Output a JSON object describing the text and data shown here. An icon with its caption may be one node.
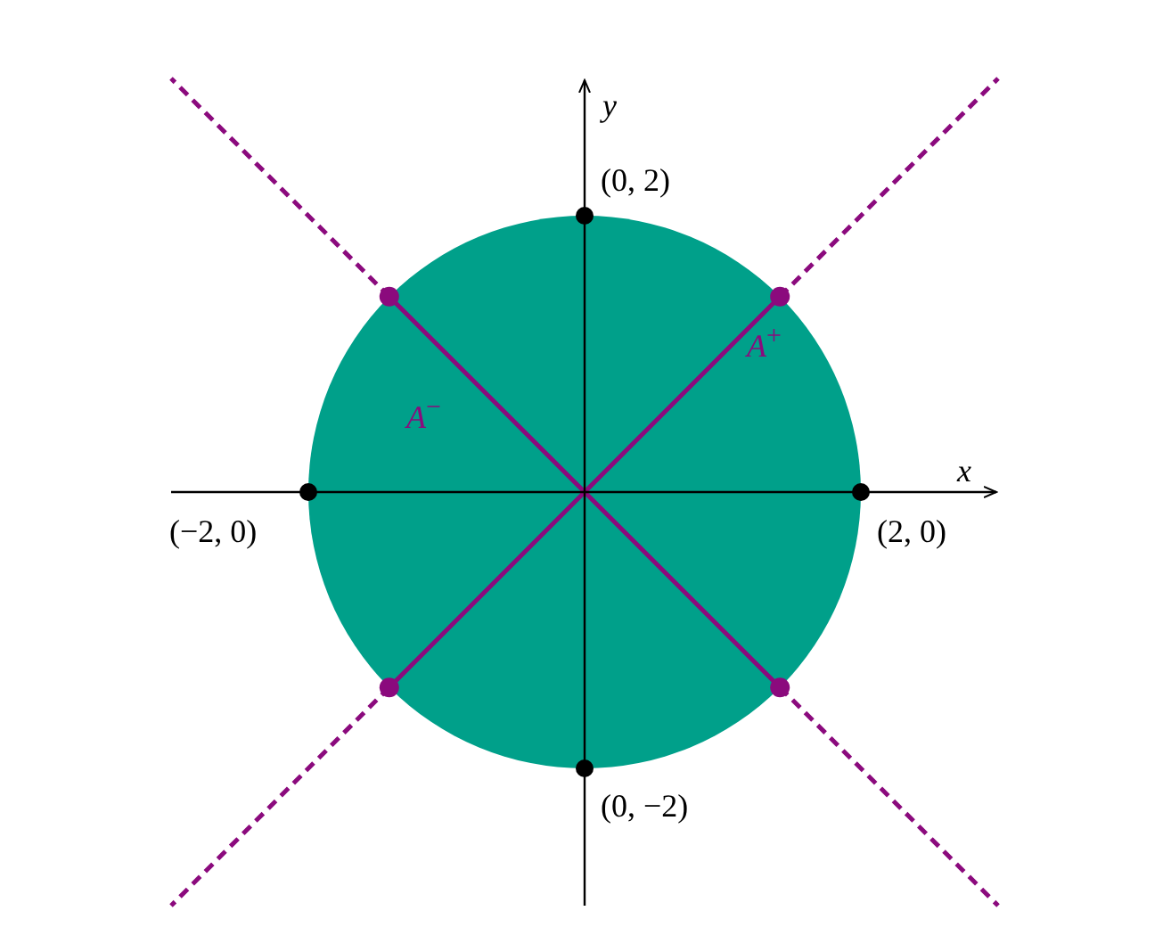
{
  "diagram": {
    "labels": [
      "y",
      "(0, 2)",
      "*A*$^{+}$",
      "*A*$^{−}$",
      "x",
      "(−2, 0)",
      "(2, 0)",
      "(0, −2)"
    ]
  }
}
